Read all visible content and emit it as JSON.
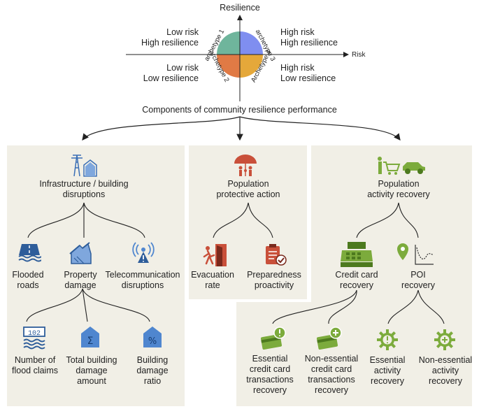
{
  "quadrant": {
    "y_axis_label": "Resilience",
    "x_axis_label": "Risk",
    "top_left": [
      "Low risk",
      "High resilience"
    ],
    "top_right": [
      "High risk",
      "High resilience"
    ],
    "bottom_left": [
      "Low risk",
      "Low resilience"
    ],
    "bottom_right": [
      "High risk",
      "Low resilience"
    ],
    "archetypes": [
      "archetype 1",
      "archetype 3",
      "archetype 2",
      "Archetype 4"
    ],
    "colors": {
      "a1": "#6fb59c",
      "a3": "#7f8ef0",
      "a2": "#e07a45",
      "a4": "#e5a83a"
    }
  },
  "components_title": "Components of community resilience performance",
  "panels": {
    "infrastructure": {
      "title": [
        "Infrastructure / building",
        "disruptions"
      ],
      "children": [
        {
          "label": [
            "Flooded",
            "roads"
          ],
          "icon": "flooded-road-icon"
        },
        {
          "label": [
            "Property",
            "damage"
          ],
          "icon": "damaged-house-icon"
        },
        {
          "label": [
            "Telecommunication",
            "disruptions"
          ],
          "icon": "signal-warning-icon"
        }
      ],
      "grandchildren": [
        {
          "label": [
            "Number of",
            "flood claims"
          ],
          "icon": "claims-counter-icon"
        },
        {
          "label": [
            "Total building",
            "damage",
            "amount"
          ],
          "icon": "sum-house-icon"
        },
        {
          "label": [
            "Building",
            "damage",
            "ratio"
          ],
          "icon": "percent-house-icon"
        }
      ]
    },
    "protective": {
      "title": [
        "Population",
        "protective action"
      ],
      "children": [
        {
          "label": [
            "Evacuation",
            "rate"
          ],
          "icon": "evacuation-icon"
        },
        {
          "label": [
            "Preparedness",
            "proactivity"
          ],
          "icon": "clipboard-check-icon"
        }
      ]
    },
    "activity": {
      "title": [
        "Population",
        "activity recovery"
      ],
      "children": [
        {
          "label": [
            "Credit card",
            "recovery"
          ],
          "icon": "cash-register-icon"
        },
        {
          "label": [
            "POI",
            "recovery"
          ],
          "icon": "poi-chart-icon"
        }
      ],
      "grandchildren": [
        {
          "label": [
            "Essential",
            "credit card",
            "transactions",
            "recovery"
          ],
          "icon": "card-exclamation-icon"
        },
        {
          "label": [
            "Non-essential",
            "credit card",
            "transactions",
            "recovery"
          ],
          "icon": "card-plus-icon"
        },
        {
          "label": [
            "Essential",
            "activity",
            "recovery"
          ],
          "icon": "gear-exclamation-icon"
        },
        {
          "label": [
            "Non-essential",
            "activity",
            "recovery"
          ],
          "icon": "gear-plus-icon"
        }
      ]
    }
  },
  "colors": {
    "panel_bg": "#f1efe6",
    "blue_icon": "#3b6fb6",
    "red_icon": "#c9503a",
    "green_icon": "#7cab3c"
  }
}
